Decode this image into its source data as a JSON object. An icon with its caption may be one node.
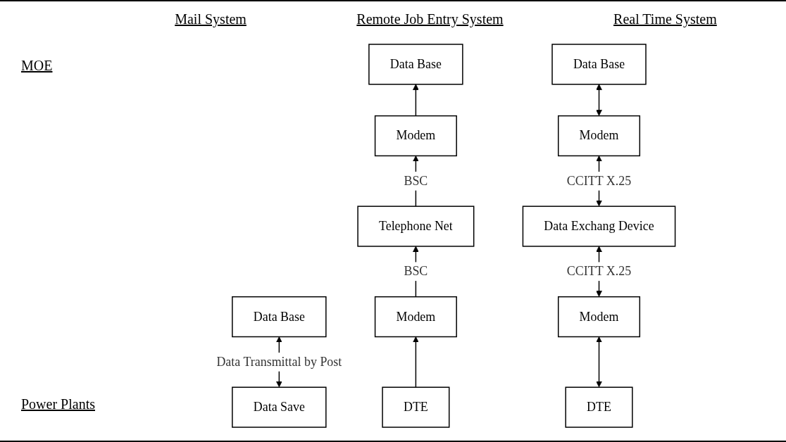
{
  "diagram": {
    "nodes": [
      {
        "text": [
          "Data Base"
        ]
      },
      {
        "text": [
          "Data Save"
        ]
      },
      {
        "text": [
          "Data Base"
        ]
      },
      {
        "text": [
          "Modem"
        ]
      },
      {
        "text": [
          "Telephone Net"
        ]
      },
      {
        "text": [
          "Modem"
        ]
      },
      {
        "text": [
          "DTE"
        ]
      },
      {
        "text": [
          "Data Base"
        ]
      },
      {
        "text": [
          "Modem"
        ]
      },
      {
        "text": [
          "Data Exchang Device"
        ]
      },
      {
        "text": [
          "Modem"
        ]
      },
      {
        "text": [
          "DTE"
        ]
      }
    ],
    "edges": [
      {
        "from": 1,
        "to": 0,
        "arrow": "both",
        "label": "Data Transmittal by Post"
      },
      {
        "from": 6,
        "to": 5,
        "arrow": "to"
      },
      {
        "from": 5,
        "to": 4,
        "arrow": "to",
        "label": "BSC"
      },
      {
        "from": 4,
        "to": 3,
        "arrow": "to",
        "label": "BSC"
      },
      {
        "from": 3,
        "to": 2,
        "arrow": "to"
      },
      {
        "from": 8,
        "to": 7,
        "arrow": "both"
      },
      {
        "from": 9,
        "to": 8,
        "arrow": "both",
        "label": "CCITT X.25"
      },
      {
        "from": 10,
        "to": 9,
        "arrow": "both",
        "label": "CCITT X.25"
      },
      {
        "from": 11,
        "to": 10,
        "arrow": "both"
      }
    ],
    "labels": [
      "Mail System",
      "Remote Job Entry System",
      "Real Time System",
      "MOE",
      "Power Plants"
    ]
  }
}
